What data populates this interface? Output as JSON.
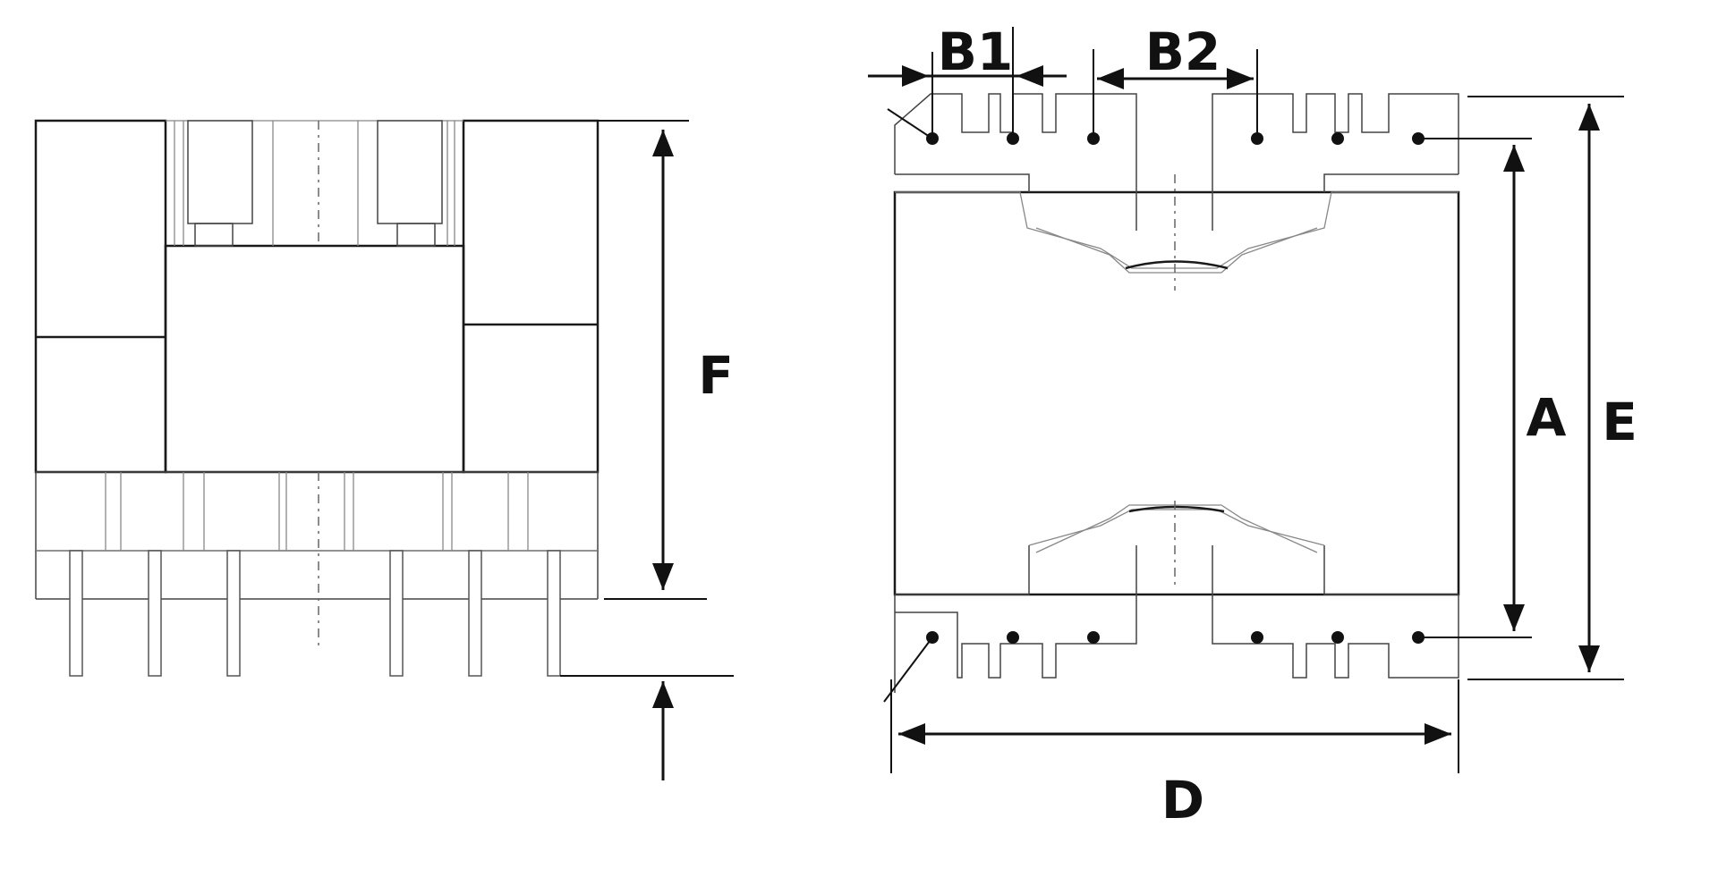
{
  "labels": {
    "B1": "B1",
    "B2": "B2",
    "F": "F",
    "A": "A",
    "E": "E",
    "D": "D"
  },
  "colors": {
    "line": "#1a1a1a",
    "background": "#ffffff"
  }
}
